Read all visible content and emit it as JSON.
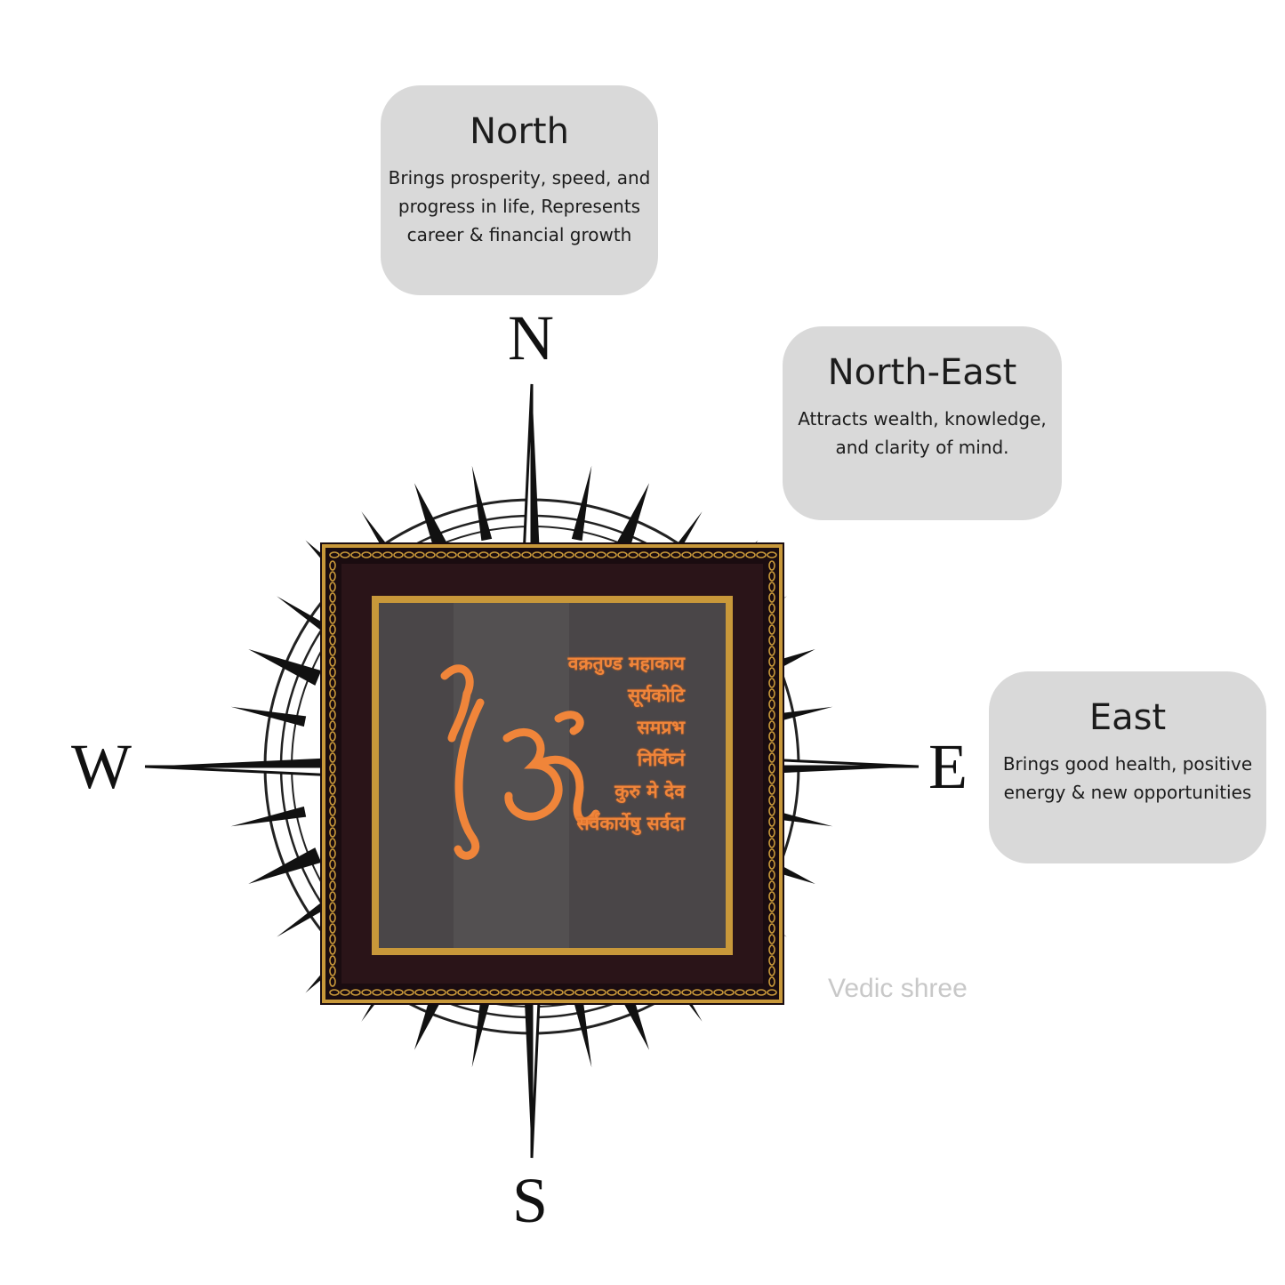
{
  "compass": {
    "labels": {
      "north": "N",
      "south": "S",
      "west": "W",
      "east": "E"
    }
  },
  "cards": {
    "north": {
      "title": "North",
      "description": "Brings prosperity, speed, and progress in life, Represents career & financial growth"
    },
    "northeast": {
      "title": "North-East",
      "description": "Attracts wealth, knowledge, and clarity of mind."
    },
    "east": {
      "title": "East",
      "description": "Brings good health, positive energy & new opportunities"
    }
  },
  "frame": {
    "mantra_lines": [
      "वक्रतुण्ड महाकाय",
      "सूर्यकोटि",
      "समप्रभ",
      "निर्विघ्नं",
      "कुरु मे देव",
      "सर्वकार्येषु सर्वदा"
    ],
    "colors": {
      "wood": "#2a1418",
      "gold": "#c8983a",
      "copper": "#f0853a",
      "panel": "#4a4648"
    }
  },
  "watermark": "Vedic shree"
}
